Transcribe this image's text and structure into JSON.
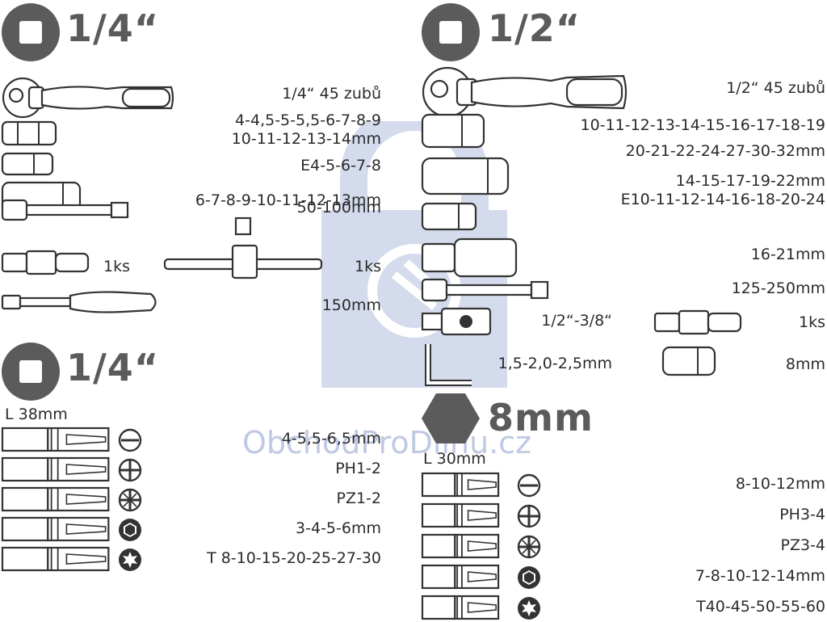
{
  "watermark": {
    "text": "ObchodProDilnu.cz"
  },
  "quarter_set": {
    "title": "1/4“",
    "items": [
      {
        "label": "1/4“ 45 zubů"
      },
      {
        "label": "4-4,5-5-5,5-6-7-8-9"
      },
      {
        "label": "10-11-12-13-14mm"
      },
      {
        "label": "E4-5-6-7-8"
      },
      {
        "label": "6-7-8-9-10-11-12-13mm"
      },
      {
        "label": "50-100mm"
      },
      {
        "label": "1ks"
      },
      {
        "label": "1ks"
      },
      {
        "label": "150mm"
      }
    ]
  },
  "half_set": {
    "title": "1/2“",
    "items": [
      {
        "label": "1/2“ 45 zubů"
      },
      {
        "label": "10-11-12-13-14-15-16-17-18-19"
      },
      {
        "label": "20-21-22-24-27-30-32mm"
      },
      {
        "label": "14-15-17-19-22mm"
      },
      {
        "label": "E10-11-12-14-16-18-20-24"
      },
      {
        "label": "16-21mm"
      },
      {
        "label": "125-250mm"
      },
      {
        "label": "1/2“-3/8“"
      },
      {
        "label": "1ks"
      },
      {
        "label": "1,5-2,0-2,5mm"
      },
      {
        "label": "8mm"
      }
    ]
  },
  "quarter_bits": {
    "title": "1/4“",
    "length": "L 38mm",
    "items": [
      {
        "label": "4-5,5-6,5mm",
        "icon": "slotted-icon"
      },
      {
        "label": "PH1-2",
        "icon": "phillips-icon"
      },
      {
        "label": "PZ1-2",
        "icon": "pozidriv-icon"
      },
      {
        "label": "3-4-5-6mm",
        "icon": "hex-icon"
      },
      {
        "label": "T 8-10-15-20-25-27-30",
        "icon": "torx-icon"
      }
    ]
  },
  "hex_bits": {
    "title": "8mm",
    "length": "L 30mm",
    "items": [
      {
        "label": "8-10-12mm",
        "icon": "slotted-icon"
      },
      {
        "label": "PH3-4",
        "icon": "phillips-icon"
      },
      {
        "label": "PZ3-4",
        "icon": "pozidriv-icon"
      },
      {
        "label": "7-8-10-12-14mm",
        "icon": "hex-icon"
      },
      {
        "label": "T40-45-50-55-60",
        "icon": "torx-icon"
      }
    ]
  }
}
